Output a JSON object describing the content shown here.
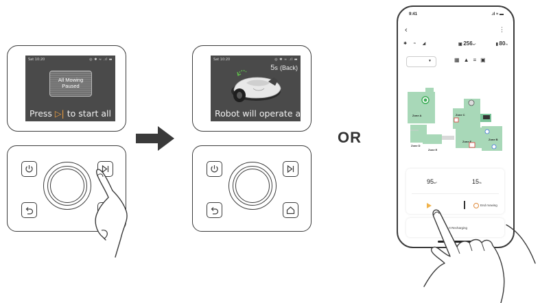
{
  "panel_left": {
    "status_time": "Sat 10:20",
    "status_icons": "◎ ✱ ≈ .ıl ▬",
    "box_line1": "All Mowing",
    "box_line2": "Paused",
    "bottom_prefix": "Press ",
    "bottom_icon": "▷|",
    "bottom_suffix": " to start all"
  },
  "panel_right": {
    "status_time": "Sat 10:20",
    "status_icons": "◎ ✱ ≈ .ıl ▬",
    "countdown_value": "5",
    "countdown_unit": "s",
    "countdown_note": "(Back)",
    "bottom_text": "Robot will operate a"
  },
  "separator_text": "OR",
  "phone": {
    "status_time": "9:41",
    "status_icons": ".ıl ≈ ▬",
    "row_icons_left": "✱ ≈ ◢",
    "area_value": "256",
    "area_unit": "m²",
    "battery_value": "80",
    "battery_unit": "%",
    "zones": [
      "Zone A",
      "Zone C",
      "Zone D",
      "Zone E",
      "Zone F",
      "Zone B"
    ],
    "stat_area_value": "95",
    "stat_area_unit": "m²",
    "stat_pct_value": "15",
    "stat_pct_unit": "%",
    "end_label": "End mowing",
    "recharge_label": "rt Recharging"
  },
  "colors": {
    "screen_bg": "#4a4a4a",
    "outline": "#3a3a3a",
    "arrow": "#3a3a3a",
    "accent_orange": "#f0a040",
    "map_zone": "#a8d8b8",
    "map_zone_dark": "#7cc49a"
  }
}
